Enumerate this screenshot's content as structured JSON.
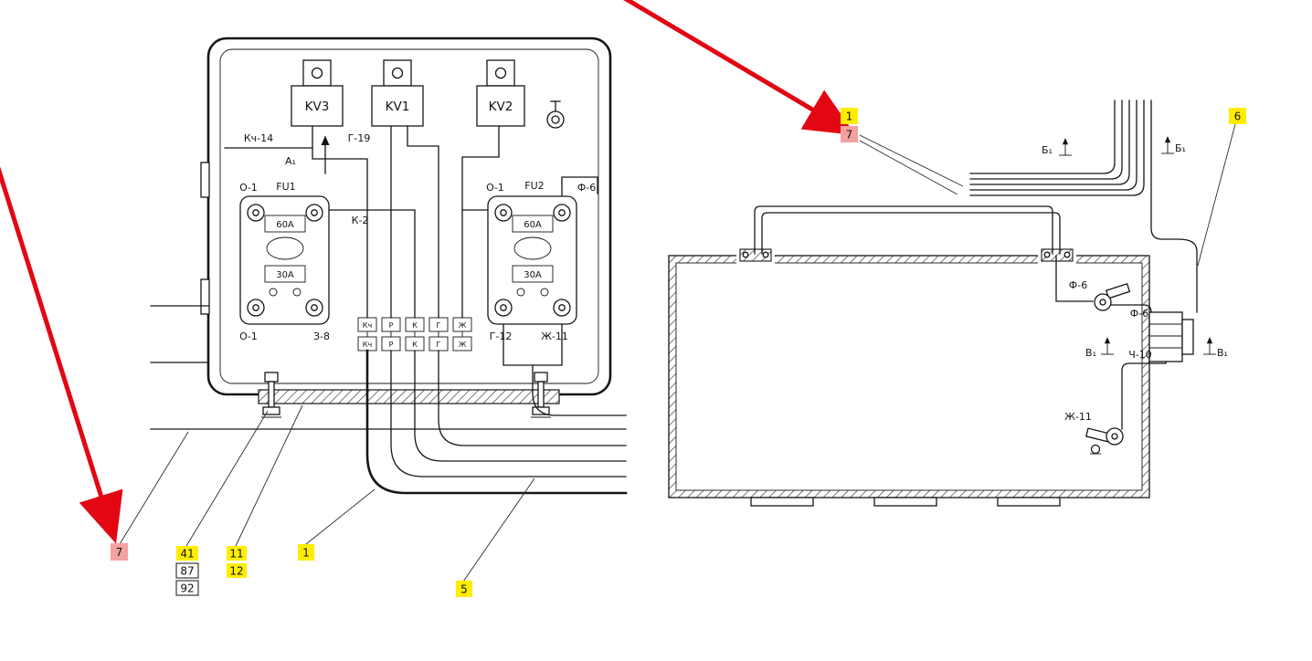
{
  "colors": {
    "line": "#161616",
    "arrow_red": "#e30613",
    "highlight_yellow": "#ffed00",
    "highlight_pink": "#f2a2a0"
  },
  "relay_box": {
    "relays": [
      {
        "label": "KV3"
      },
      {
        "label": "KV1"
      },
      {
        "label": "KV2"
      }
    ],
    "fuse_blocks": [
      {
        "name": "FU1",
        "top_left": "О-1",
        "bottom_left": "О-1",
        "bottom_right": "З-8",
        "fuse_top": "60А",
        "fuse_bottom": "30А"
      },
      {
        "name": "FU2",
        "top_left": "О-1",
        "top_right": "Ф-6",
        "bottom_left": "Г-12",
        "bottom_right": "Ж-11",
        "fuse_top": "60А",
        "fuse_bottom": "30А"
      }
    ],
    "wire_labels": {
      "kch14": "Кч-14",
      "g19": "Г-19",
      "a1": "А₁",
      "k2": "К-2"
    },
    "terminals": [
      {
        "top": "Кч",
        "bottom": "Кч"
      },
      {
        "top": "Р",
        "bottom": "Р"
      },
      {
        "top": "К",
        "bottom": "К"
      },
      {
        "top": "Г",
        "bottom": "Г"
      },
      {
        "top": "Ж",
        "bottom": "Ж"
      }
    ]
  },
  "battery_box": {
    "labels": {
      "b1_left": "Б₁",
      "b1_right": "Б₁",
      "v1_left": "В₁",
      "v1_right": "В₁",
      "f6_upper": "Ф-6",
      "f6_lower": "Ф-6",
      "ch10": "Ч-10",
      "zh11": "Ж-11"
    }
  },
  "callouts": {
    "right_1": "1",
    "right_7": "7",
    "c6": "6",
    "left_7": "7",
    "c41": "41",
    "c87": "87",
    "c92": "92",
    "c11": "11",
    "c12": "12",
    "left_1": "1",
    "c5": "5"
  }
}
